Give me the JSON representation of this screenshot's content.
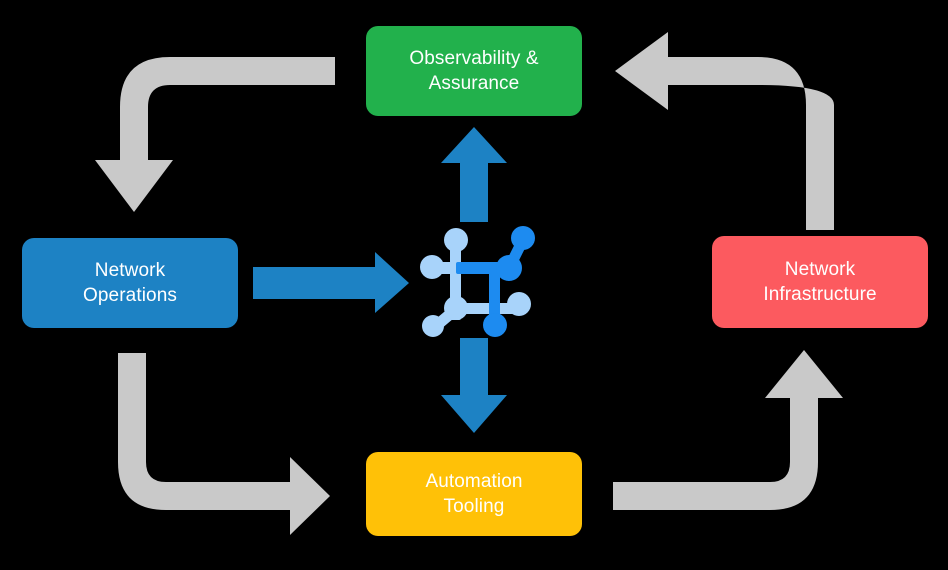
{
  "diagram": {
    "type": "cycle-diagram",
    "background_color": "#000000",
    "center_icon_name": "network-topology-icon",
    "nodes": [
      {
        "id": "observability",
        "label": "Observability &\nAssurance",
        "line1": "Observability &",
        "line2": "Assurance",
        "color": "#22b14c",
        "position": "top"
      },
      {
        "id": "network-operations",
        "label": "Network\nOperations",
        "line1": "Network",
        "line2": "Operations",
        "color": "#1d82c4",
        "position": "left"
      },
      {
        "id": "network-infrastructure",
        "label": "Network\nInfrastructure",
        "line1": "Network",
        "line2": "Infrastructure",
        "color": "#fc5a5f",
        "position": "right"
      },
      {
        "id": "automation-tooling",
        "label": "Automation\nTooling",
        "line1": "Automation",
        "line2": "Tooling",
        "color": "#ffc107",
        "position": "bottom"
      }
    ],
    "connectors": [
      {
        "id": "netops-to-center",
        "style": "straight",
        "color": "#1d82c4",
        "direction": "right",
        "from": "network-operations",
        "to": "center"
      },
      {
        "id": "center-to-observability",
        "style": "straight",
        "color": "#1d82c4",
        "direction": "up",
        "from": "center",
        "to": "observability"
      },
      {
        "id": "center-to-automation",
        "style": "straight",
        "color": "#1d82c4",
        "direction": "down",
        "from": "center",
        "to": "automation-tooling"
      },
      {
        "id": "observability-to-netops",
        "style": "elbow",
        "color": "#c9c9c9",
        "direction": "down",
        "from": "observability",
        "to": "network-operations"
      },
      {
        "id": "netinfra-to-observability",
        "style": "elbow",
        "color": "#c9c9c9",
        "direction": "left",
        "from": "network-infrastructure",
        "to": "observability"
      },
      {
        "id": "netops-to-automation",
        "style": "elbow",
        "color": "#c9c9c9",
        "direction": "right",
        "from": "network-operations",
        "to": "automation-tooling"
      },
      {
        "id": "automation-to-netinfra",
        "style": "elbow",
        "color": "#c9c9c9",
        "direction": "up",
        "from": "automation-tooling",
        "to": "network-infrastructure"
      }
    ],
    "icon_colors": {
      "dark_blue": "#1d8bf0",
      "light_blue": "#a8d3fa"
    }
  }
}
